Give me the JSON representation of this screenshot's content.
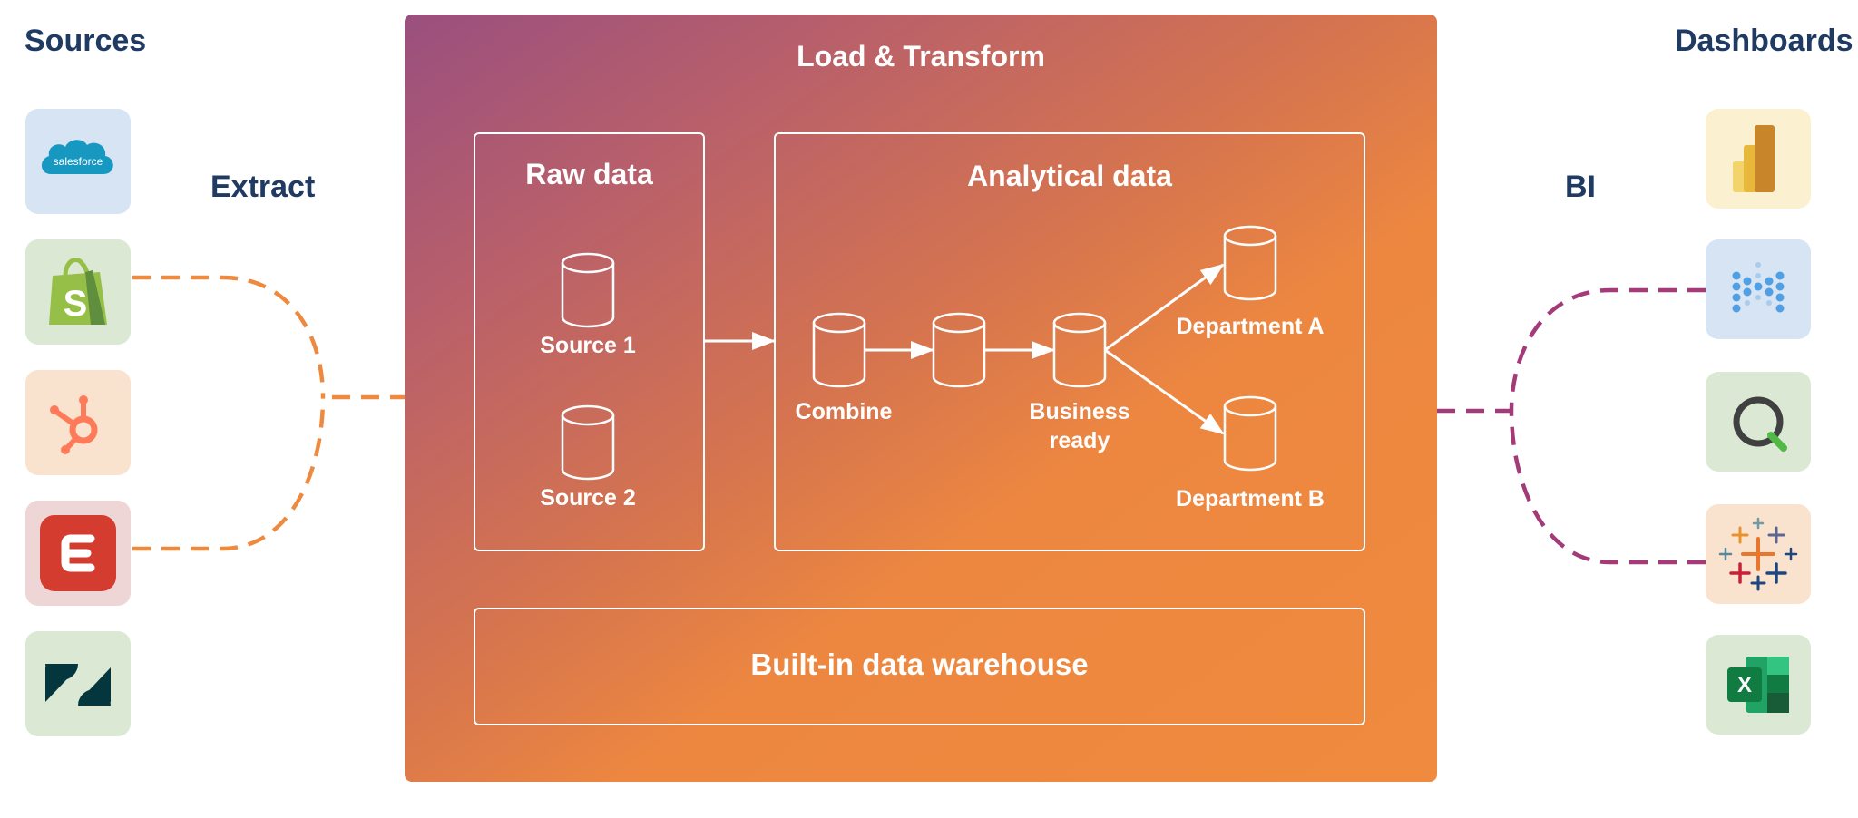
{
  "sources": {
    "title": "Sources",
    "items": [
      {
        "name": "salesforce",
        "logo_text": "salesforce",
        "bg": "#d6e4f3",
        "color": "#1798c1"
      },
      {
        "name": "shopify",
        "bg": "#dbe9d4",
        "color": "#95bf47"
      },
      {
        "name": "hubspot",
        "bg": "#f9e3cf",
        "color": "#ff7a59"
      },
      {
        "name": "elastic",
        "bg": "#efd6d6",
        "color": "#d53c30"
      },
      {
        "name": "zendesk",
        "bg": "#dbe9d4",
        "color": "#03363d"
      }
    ]
  },
  "extract": {
    "label": "Extract",
    "line_color": "#ee8a3f"
  },
  "main": {
    "title": "Load & Transform",
    "raw": {
      "title": "Raw data",
      "items": [
        "Source 1",
        "Source 2"
      ]
    },
    "analytical": {
      "title": "Analytical data",
      "combine": "Combine",
      "business_ready": "Business\nready",
      "dept_a": "Department A",
      "dept_b": "Department B"
    },
    "warehouse": "Built-in data warehouse"
  },
  "bi": {
    "label": "BI",
    "line_color": "#a33b78"
  },
  "dashboards": {
    "title": "Dashboards",
    "items": [
      {
        "name": "power-bi",
        "bg": "#fbf0cf",
        "color": "#e8b83a"
      },
      {
        "name": "metabase",
        "bg": "#d6e4f3",
        "color": "#509ee3"
      },
      {
        "name": "qlik",
        "bg": "#dbe9d4",
        "color": "#404040"
      },
      {
        "name": "tableau",
        "bg": "#f9e3cf",
        "color": "#e8762d"
      },
      {
        "name": "excel",
        "bg": "#dbe9d4",
        "color": "#1d6f42",
        "logo_text": "X"
      }
    ]
  }
}
